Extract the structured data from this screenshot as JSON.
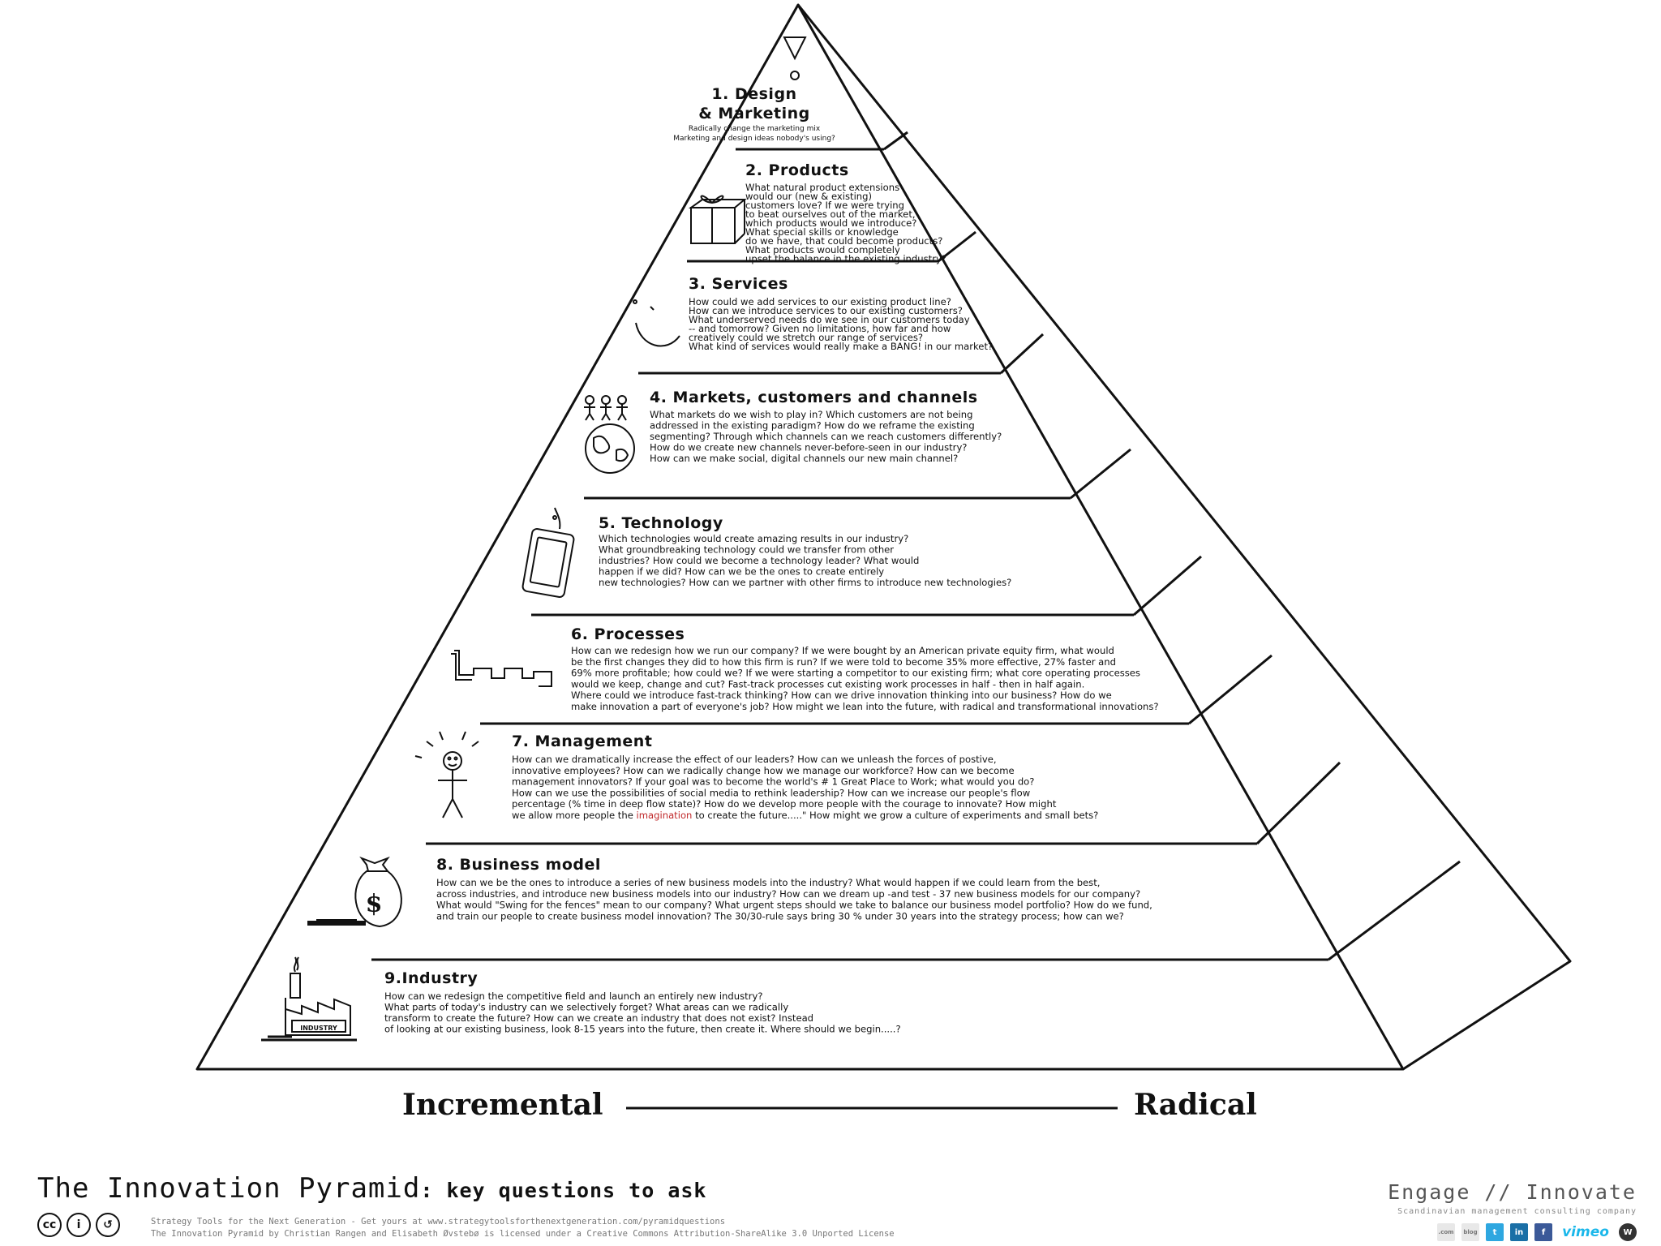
{
  "tiers": [
    {
      "title": "1. Design",
      "title2": "& Marketing",
      "questions": [
        "Radically change the marketing mix",
        "Marketing and design ideas nobody's using?"
      ]
    },
    {
      "title": "2. Products",
      "questions": [
        "What natural product extensions",
        "would our (new & existing)",
        "customers love? If we were trying",
        "to beat ourselves out of the market,",
        "which products would we introduce?",
        "What special skills or knowledge",
        "do we have, that could become products?",
        "What products would completely",
        "upset the balance in the existing industry?"
      ]
    },
    {
      "title": "3. Services",
      "questions": [
        "How could we add services to our existing product line?",
        "How can we introduce services to our existing customers?",
        "What underserved needs do we see in our customers today",
        "-- and tomorrow? Given no limitations, how far and how",
        "creatively could we stretch our range of services?",
        "What kind of services would really make a BANG! in our market?"
      ]
    },
    {
      "title": "4. Markets, customers and channels",
      "questions": [
        "What markets do we wish to play in? Which customers are not being",
        "addressed in the existing paradigm? How do we reframe the existing",
        "segmenting? Through which channels can we reach customers differently?",
        "How do we create new channels never-before-seen in our industry?",
        "How can we make social, digital channels our new main channel?"
      ]
    },
    {
      "title": "5. Technology",
      "questions": [
        "Which technologies would create amazing results in our industry?",
        "What groundbreaking technology could we transfer from other",
        "industries? How could we become a technology leader? What would",
        "happen if we did? How can we be the ones to create entirely",
        "new technologies? How can we partner with other firms to introduce new technologies?"
      ]
    },
    {
      "title": "6. Processes",
      "questions": [
        "How can we redesign how we run our company? If we were bought by an American private equity firm, what would",
        "be the first changes they did to how this firm is run? If we were told to become 35% more effective, 27% faster and",
        "69% more profitable; how could we? If we were starting a competitor to our existing firm; what core operating processes",
        "would we keep, change and cut? Fast-track processes cut existing work processes in half - then in half again.",
        "Where could we introduce fast-track thinking? How can we drive innovation thinking into our business? How do we",
        "make innovation a part of everyone's job? How might we lean into the future, with radical and transformational innovations?"
      ]
    },
    {
      "title": "7. Management",
      "questions": [
        "How can we dramatically increase the effect of our leaders? How can we unleash the forces of postive,",
        "innovative employees? How can we radically change how we manage our workforce? How can we become",
        "management innovators? If your goal was to become the world's # 1 Great Place to Work; what would you do?",
        "How can we use the possibilities of social media to rethink leadership? How can we increase our people's flow",
        "percentage (% time in deep flow state)? How do we develop more people with the courage to innovate? How might"
      ],
      "last_line_pre": "we allow more people the ",
      "last_line_highlight": "imagination",
      "last_line_post": " to create the future.....\" How might we grow a culture of experiments and small bets?"
    },
    {
      "title": "8. Business model",
      "questions": [
        "How can we be the ones to introduce a series of new business models into the industry? What would happen if we could learn from the best,",
        "across industries, and introduce new business models into our industry? How can we dream up -and test - 37 new business models for our company?",
        "What would \"Swing for the fences\" mean to our company? What urgent steps should we take to balance our business model portfolio? How do we fund,",
        "and train our people to create business model innovation? The 30/30-rule says bring 30 % under 30 years into the strategy process; how can we?"
      ]
    },
    {
      "title": "9.Industry",
      "questions": [
        "How can we redesign the competitive field and launch an entirely new industry?",
        "What parts of today's industry can we selectively forget?  What areas can we radically",
        "transform to create the future? How can  we create an industry that does not exist? Instead",
        "of looking at our existing business, look 8-15 years into  the future, then create it. Where should we begin.....?"
      ]
    }
  ],
  "icons": {
    "money_bag_symbol": "$",
    "factory_label": "INDUSTRY"
  },
  "axis": {
    "left": "Incremental",
    "right": "Radical"
  },
  "footer": {
    "title": "The Innovation Pyramid",
    "subtitle": ": key questions to ask",
    "line1": "Strategy Tools for the Next Generation - Get yours at www.strategytoolsforthenextgeneration.com/pyramidquestions",
    "line2": "The Innovation Pyramid by Christian Rangen and Elisabeth Øvstebø is licensed under a Creative Commons Attribution-ShareAlike 3.0 Unported License",
    "cc": [
      "cc",
      "i",
      "↺"
    ]
  },
  "brand": {
    "title": "Engage // Innovate",
    "tagline": "Scandinavian management consulting company",
    "social": [
      ".com",
      "blog",
      "t",
      "in",
      "f",
      "vimeo",
      "W"
    ]
  },
  "colors": {
    "highlight": "#c0292b",
    "twitter": "#2ea7e0",
    "linkedin": "#1a6fa6",
    "facebook": "#3b5998",
    "vimeo": "#1ab7ea",
    "wordpress": "#333333"
  }
}
